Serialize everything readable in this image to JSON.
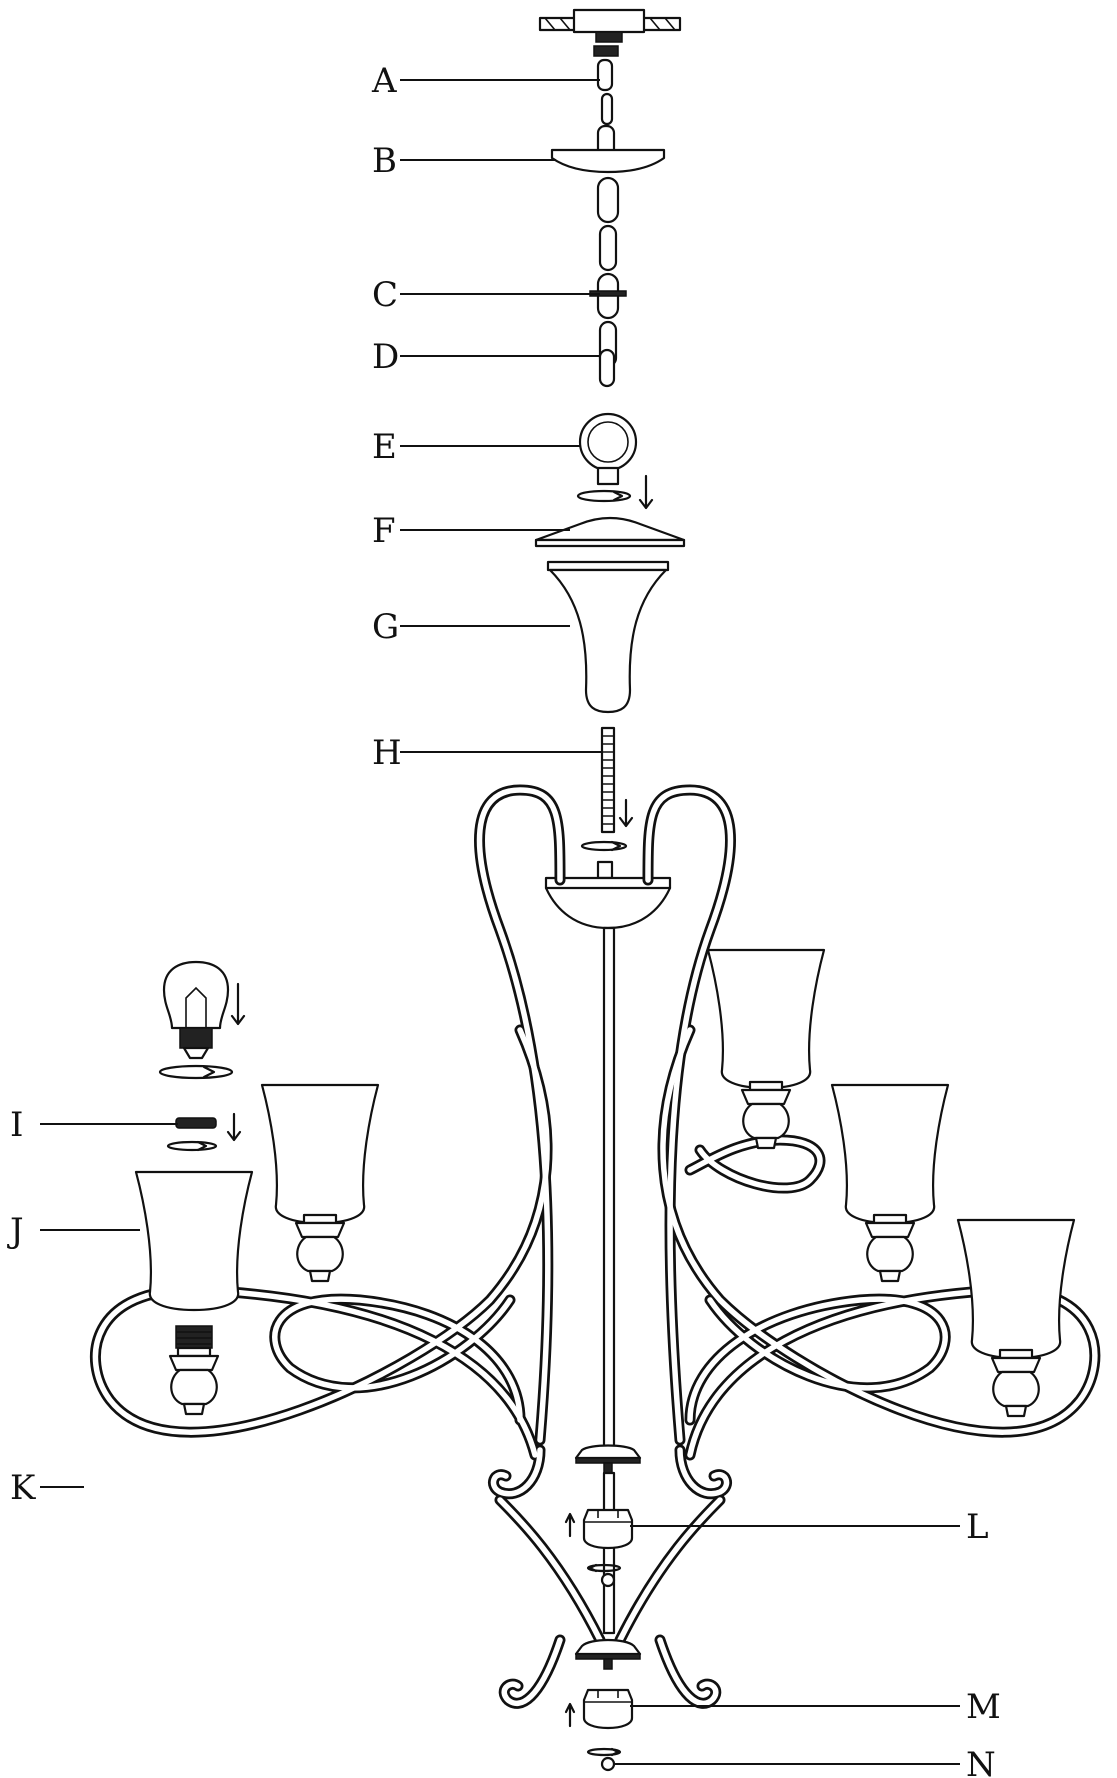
{
  "diagram": {
    "part_labels": [
      "A",
      "B",
      "C",
      "D",
      "E",
      "F",
      "G",
      "H",
      "I",
      "J",
      "K",
      "L",
      "M",
      "N"
    ]
  }
}
